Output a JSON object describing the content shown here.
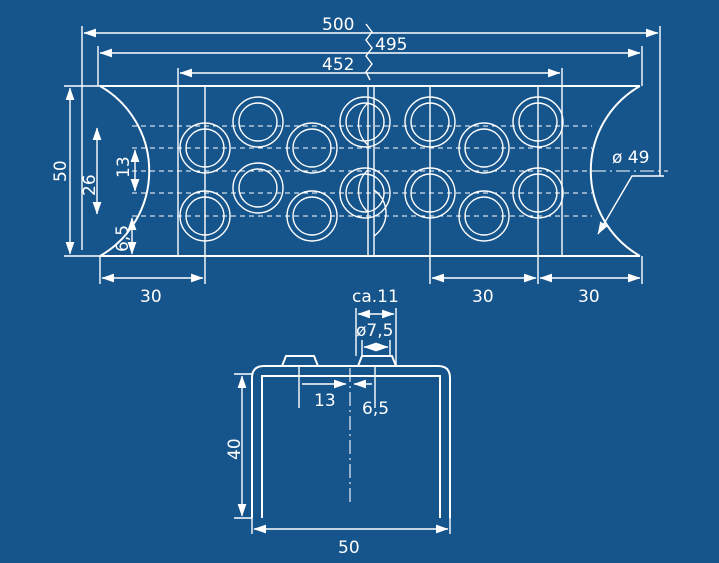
{
  "colors": {
    "background": "#16548c",
    "lines": "#ffffff"
  },
  "dimensions": {
    "overall_length": "500",
    "inner_length": "495",
    "pitch_length": "452",
    "height": "50",
    "row_spacing": "26",
    "hole_spacing": "13",
    "edge_offset": "6,5",
    "hole_diameter": "ø 49",
    "left_end": "30",
    "right_end_inner": "30",
    "right_end_outer": "30",
    "collar_width": "ca.11",
    "collar_hole": "ø7,5",
    "section_offset": "13",
    "section_half": "6,5",
    "section_height": "40",
    "section_width": "50"
  }
}
